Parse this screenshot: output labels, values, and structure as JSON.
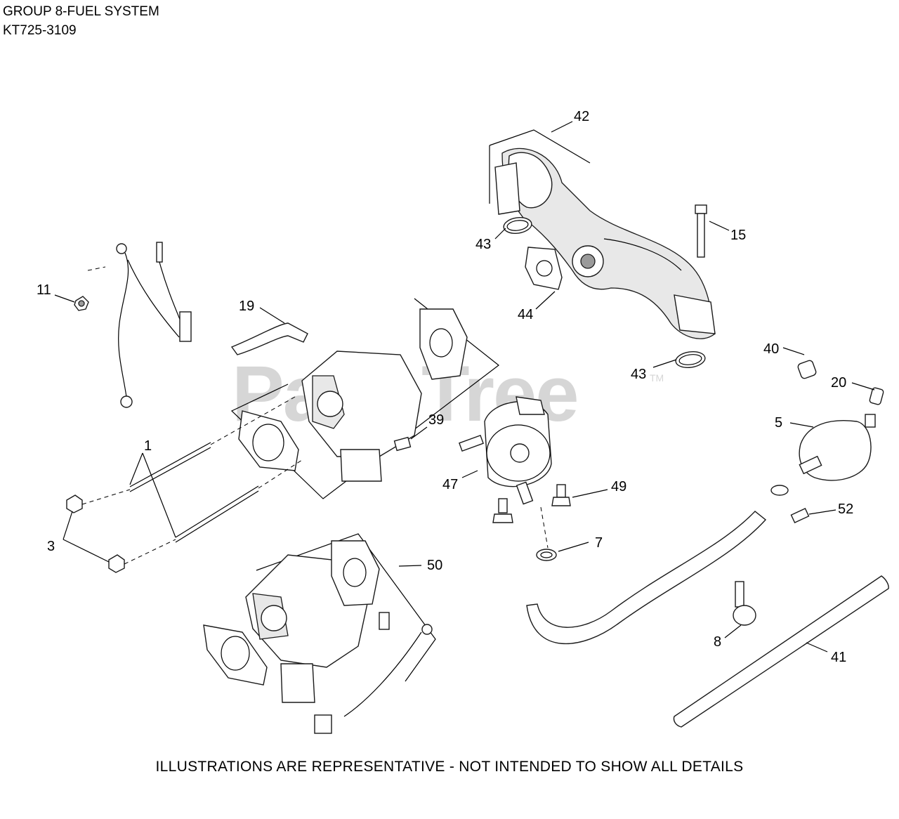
{
  "header": {
    "title": "GROUP 8-FUEL SYSTEM",
    "model": "KT725-3109"
  },
  "footer": {
    "note": "ILLUSTRATIONS ARE REPRESENTATIVE - NOT INTENDED TO SHOW ALL DETAILS"
  },
  "watermark": {
    "text": "PartsTree",
    "trademark": "TM"
  },
  "callouts": {
    "c1": "1",
    "c3": "3",
    "c5": "5",
    "c7": "7",
    "c8": "8",
    "c11": "11",
    "c15": "15",
    "c19": "19",
    "c20": "20",
    "c39": "39",
    "c40": "40",
    "c41": "41",
    "c42": "42",
    "c43a": "43",
    "c43b": "43",
    "c44": "44",
    "c47": "47",
    "c49": "49",
    "c50": "50",
    "c52": "52"
  }
}
